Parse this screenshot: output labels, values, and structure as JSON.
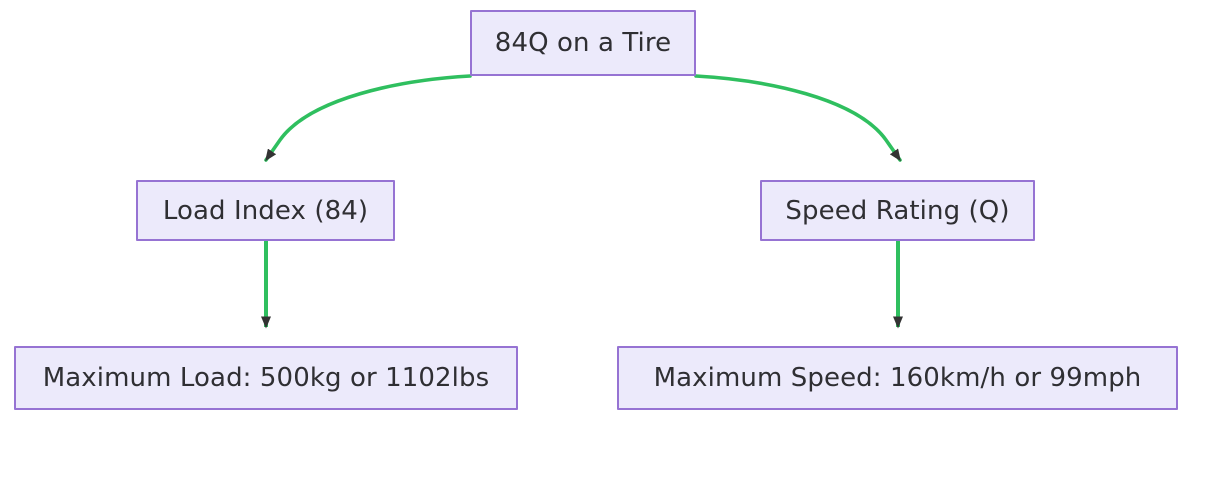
{
  "diagram": {
    "title": "84Q on a Tire",
    "type": "flowchart",
    "direction": "top-down",
    "background_color": "#ffffff",
    "node_fill_color": "#ECEAFB",
    "node_border_color": "#9673D3",
    "node_text_color": "#2f2f33",
    "edge_color": "#2FBF5F",
    "arrowhead_color": "#333333",
    "nodes": [
      {
        "id": "root",
        "label": "84Q on a Tire"
      },
      {
        "id": "load",
        "label": "Load Index (84)"
      },
      {
        "id": "speed",
        "label": "Speed Rating (Q)"
      },
      {
        "id": "maxload",
        "label": "Maximum Load: 500kg or 1102lbs"
      },
      {
        "id": "maxspeed",
        "label": "Maximum Speed: 160km/h or 99mph"
      }
    ],
    "edges": [
      {
        "from": "root",
        "to": "load",
        "style": "curved",
        "label": ""
      },
      {
        "from": "root",
        "to": "speed",
        "style": "curved",
        "label": ""
      },
      {
        "from": "load",
        "to": "maxload",
        "style": "straight",
        "label": ""
      },
      {
        "from": "speed",
        "to": "maxspeed",
        "style": "straight",
        "label": ""
      }
    ]
  }
}
